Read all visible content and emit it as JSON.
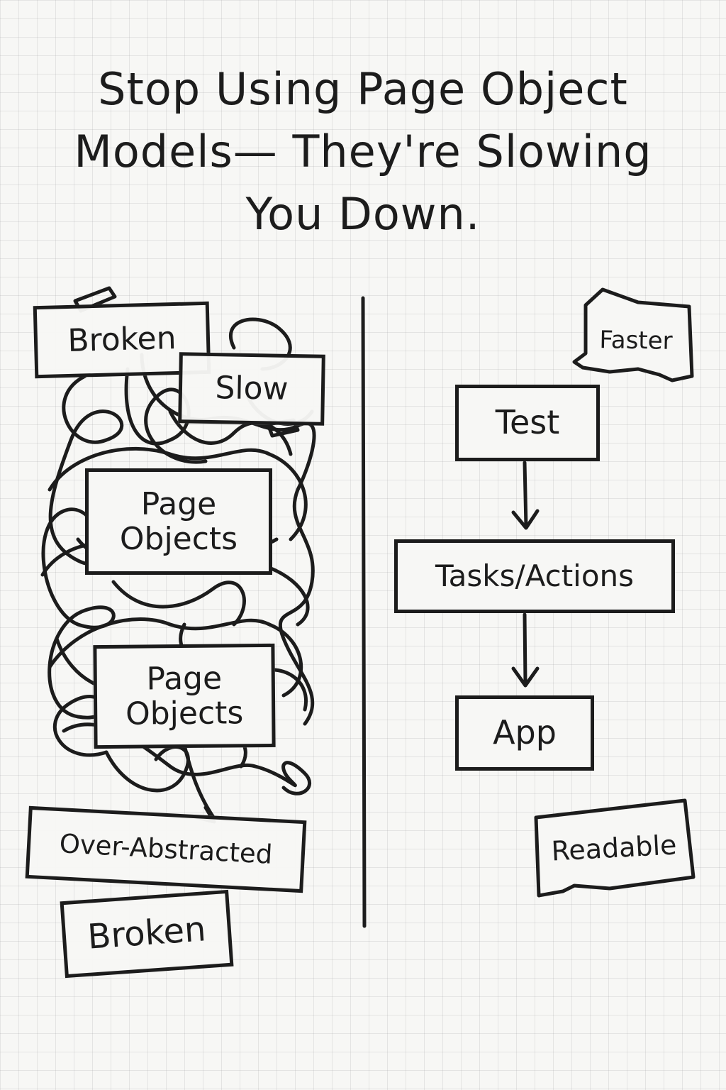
{
  "title": {
    "line1": "Stop Using Page Object",
    "line2": "Models— They're Slowing",
    "line3": "You Down."
  },
  "left_panel": {
    "tag_broken_top": "Broken",
    "tag_slow": "Slow",
    "box_page_objects_1_line1": "Page",
    "box_page_objects_1_line2": "Objects",
    "box_page_objects_2_line1": "Page",
    "box_page_objects_2_line2": "Objects",
    "tag_over_abstracted": "Over-Abstracted",
    "tag_broken_bottom": "Broken"
  },
  "right_panel": {
    "note_faster": "Faster",
    "flow": [
      {
        "label": "Test"
      },
      {
        "label": "Tasks/Actions"
      },
      {
        "label": "App"
      }
    ],
    "note_readable": "Readable"
  },
  "colors": {
    "ink": "#1c1c1c",
    "paper": "#f7f7f5",
    "grid": "#a0a0a5"
  }
}
